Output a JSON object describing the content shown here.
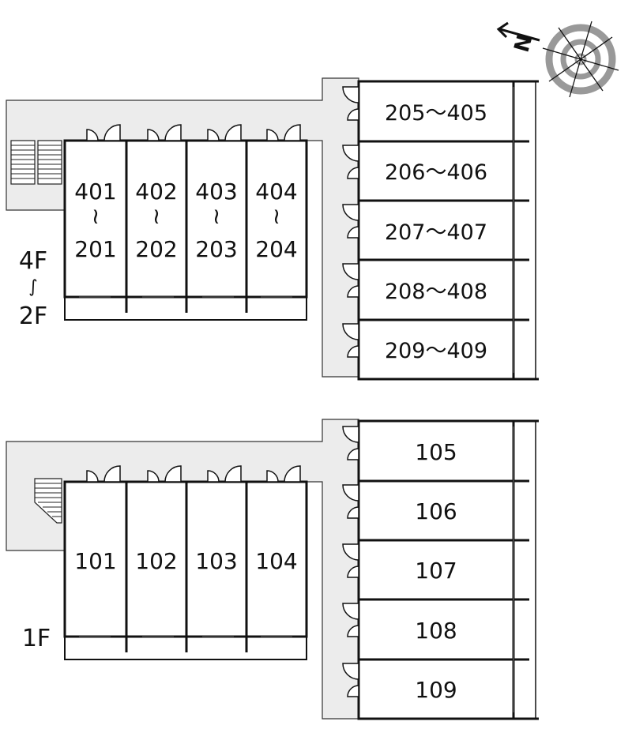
{
  "upper_floor": {
    "floor_label_top": "4F",
    "floor_label_sep": "∫",
    "floor_label_bottom": "2F",
    "left_units": [
      {
        "top": "401",
        "sep": "≀",
        "bottom": "201"
      },
      {
        "top": "402",
        "sep": "≀",
        "bottom": "202"
      },
      {
        "top": "403",
        "sep": "≀",
        "bottom": "203"
      },
      {
        "top": "404",
        "sep": "≀",
        "bottom": "204"
      }
    ],
    "right_units": [
      "205～405",
      "206～406",
      "207～407",
      "208～408",
      "209～409"
    ]
  },
  "ground_floor": {
    "floor_label": "1F",
    "left_units": [
      "101",
      "102",
      "103",
      "104"
    ],
    "right_units": [
      "105",
      "106",
      "107",
      "108",
      "109"
    ]
  },
  "compass": {
    "letter": "N"
  },
  "colors": {
    "corridor": "#ececec",
    "line": "#111111",
    "compass_gray": "#999999"
  }
}
